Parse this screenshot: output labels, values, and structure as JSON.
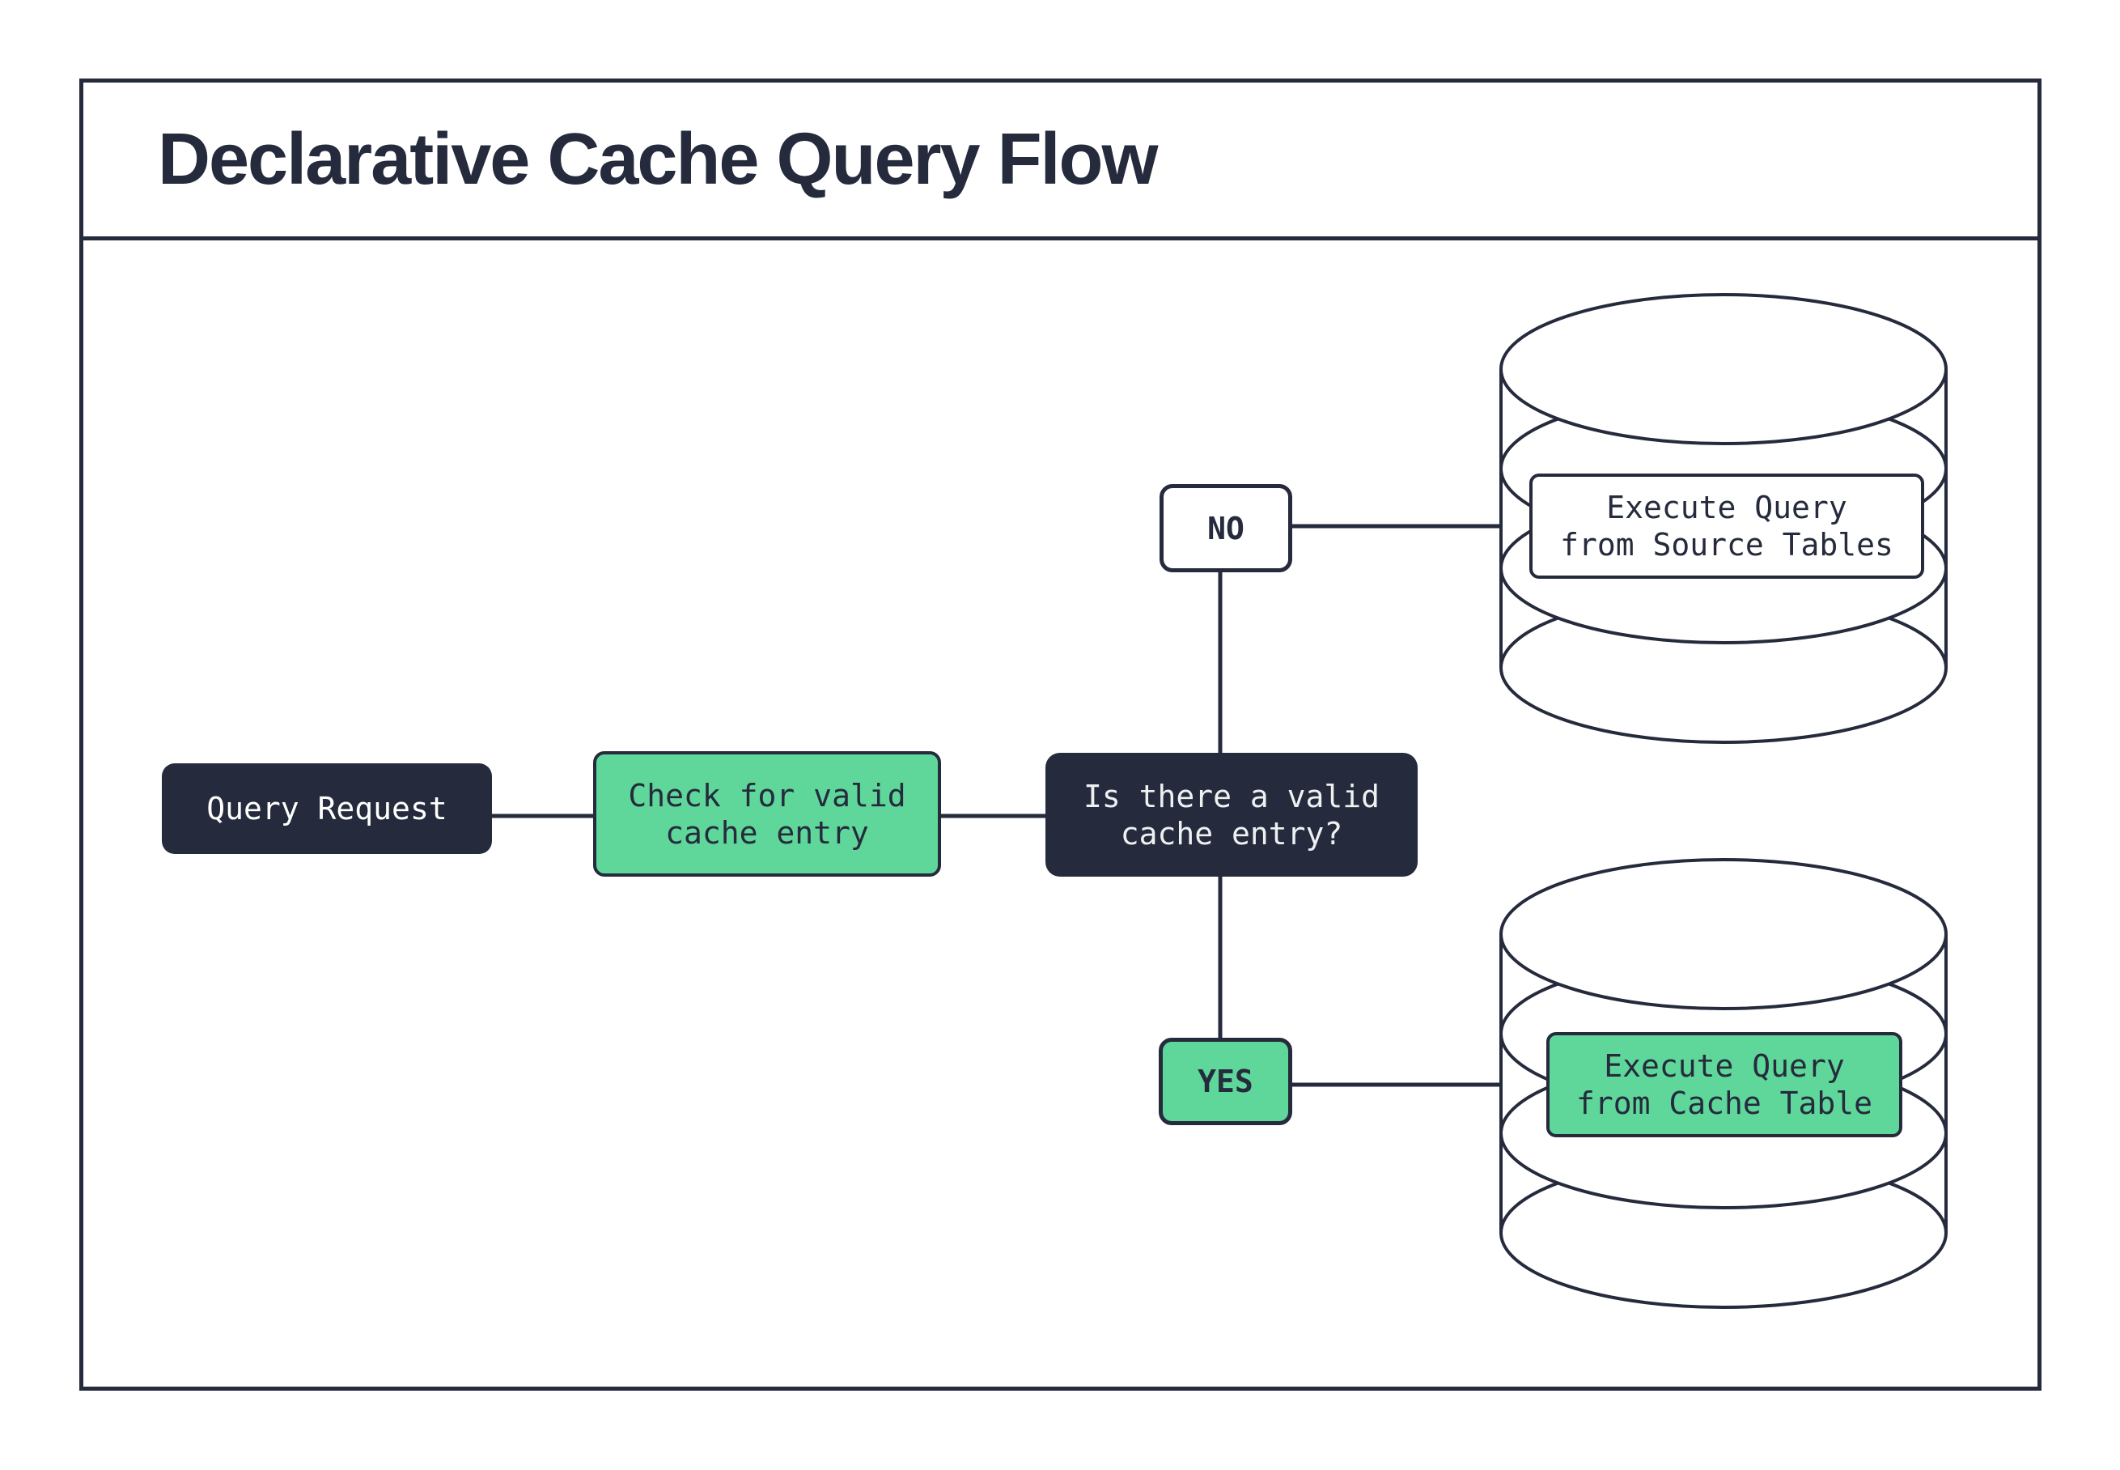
{
  "theme": {
    "bg": "#ffffff",
    "dark": "#252b3c",
    "green": "#5fd69a",
    "light_text": "#eef0f2"
  },
  "header": {
    "title": "Declarative Cache Query Flow"
  },
  "nodes": {
    "query_request": {
      "label": "Query Request"
    },
    "check_cache": {
      "line1": "Check for valid",
      "line2": "cache entry"
    },
    "decision": {
      "line1": "Is there a valid",
      "line2": "cache entry?"
    },
    "no_branch": {
      "label": "NO"
    },
    "yes_branch": {
      "label": "YES"
    },
    "source_db": {
      "line1": "Execute Query",
      "line2": "from Source Tables"
    },
    "cache_db": {
      "line1": "Execute Query",
      "line2": "from Cache Table"
    }
  }
}
